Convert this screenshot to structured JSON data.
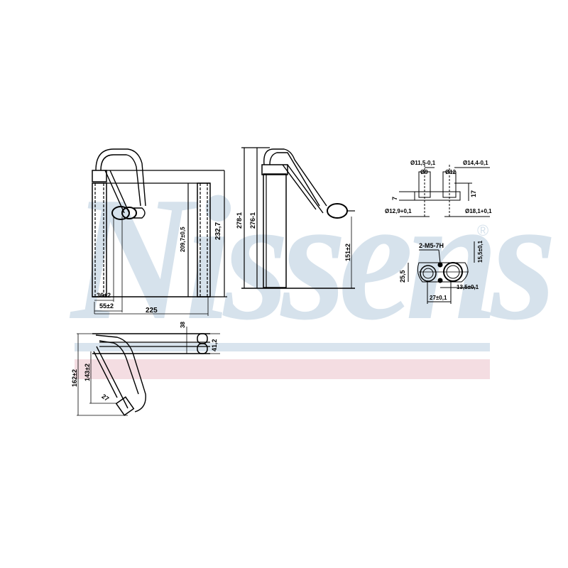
{
  "watermark": {
    "brand": "Nissens",
    "registered_mark": "®",
    "color": "#d6e2ec",
    "band_colors": [
      "#d9e4ee",
      "#f4dde2"
    ]
  },
  "front_view": {
    "dims": {
      "width": "225",
      "height_outer": "232,7",
      "height_core": "209,7±0,5",
      "pipe_offset_1": "36±2",
      "pipe_offset_2": "55±2"
    }
  },
  "side_view": {
    "dims": {
      "height_1": "278-1",
      "height_2": "276-1",
      "pipe_height": "151±2"
    }
  },
  "top_view": {
    "dims": {
      "depth": "38",
      "pipe_pair": "41,2",
      "overall": "162±2",
      "inner": "143±2",
      "angle_dim": "27"
    }
  },
  "fitting_section": {
    "dims": {
      "d1": "Ø11,5-0,1",
      "d2": "Ø14,4-0,1",
      "bore1": "Ø9",
      "bore2": "Ø12",
      "height_left": "7",
      "height_right": "17",
      "base1": "Ø12,9+0,1",
      "base2": "Ø18,1+0,1"
    }
  },
  "flange_view": {
    "dims": {
      "thread": "2-M5-7H",
      "height": "25,5",
      "offset_v": "15,5±0,1",
      "offset_h": "13,5±0,1",
      "pitch": "27±0,1"
    }
  }
}
